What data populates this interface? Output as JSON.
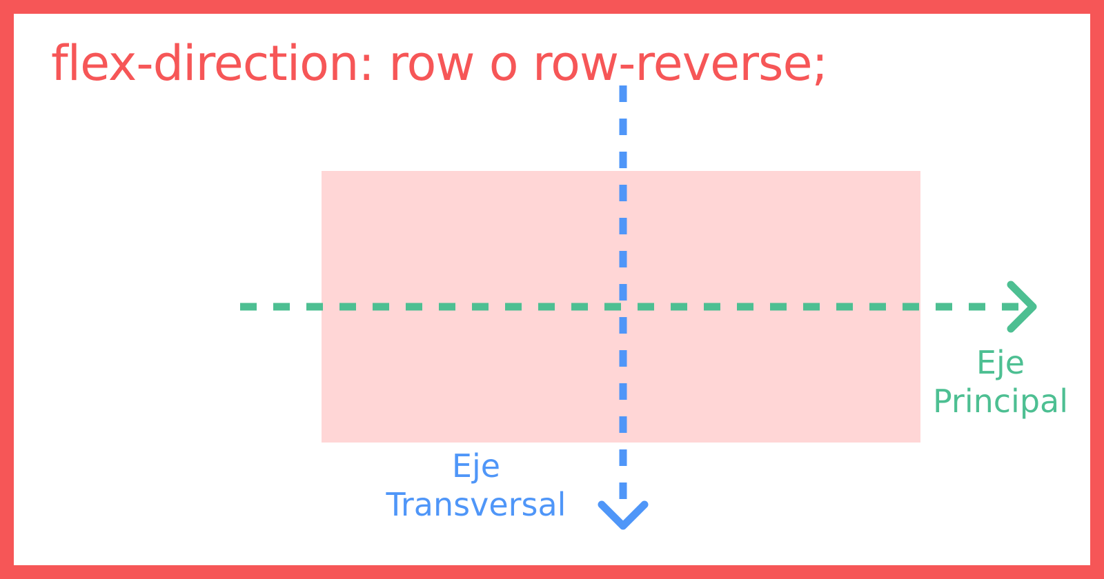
{
  "title": "flex-direction: row o row-reverse;",
  "main_axis": {
    "label_line1": "Eje",
    "label_line2": "Principal",
    "color": "#4dbf92"
  },
  "cross_axis": {
    "label_line1": "Eje",
    "label_line2": "Transversal",
    "color": "#4f96f8"
  },
  "colors": {
    "border": "#f65657",
    "title": "#f65657",
    "flex_container": "#ffd6d6",
    "background": "#ffffff"
  }
}
